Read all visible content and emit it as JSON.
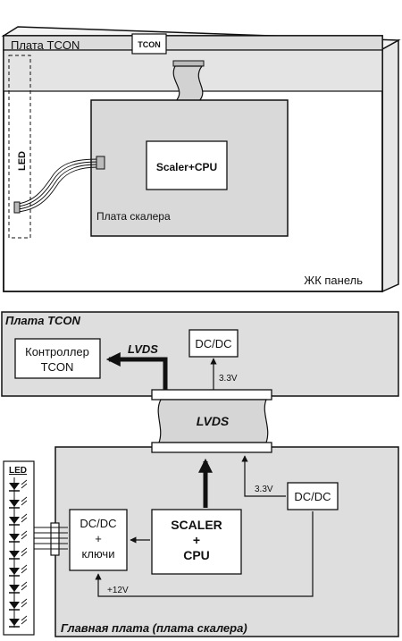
{
  "top_view": {
    "tcon_board_label": "Плата TCON",
    "tcon_chip_label": "TCON",
    "led_label": "LED",
    "scaler_chip_label": "Scaler+CPU",
    "scaler_board_label": "Плата скалера",
    "lcd_panel_label": "ЖК панель"
  },
  "block_diagram": {
    "tcon_board": {
      "title": "Плата TCON",
      "controller_line1": "Контроллер",
      "controller_line2": "TCON",
      "lvds_label": "LVDS",
      "dcdc_label": "DC/DC",
      "voltage_label": "3.3V"
    },
    "cable_label": "LVDS",
    "main_board": {
      "title": "Главная плата (плата скалера)",
      "led_label": "LED",
      "dcdc_keys_line1": "DC/DC",
      "dcdc_keys_line2": "+",
      "dcdc_keys_line3": "ключи",
      "scaler_line1": "SCALER",
      "scaler_line2": "+",
      "scaler_line3": "CPU",
      "dcdc_label": "DC/DC",
      "voltage_33": "3.3V",
      "voltage_12": "+12V"
    }
  }
}
